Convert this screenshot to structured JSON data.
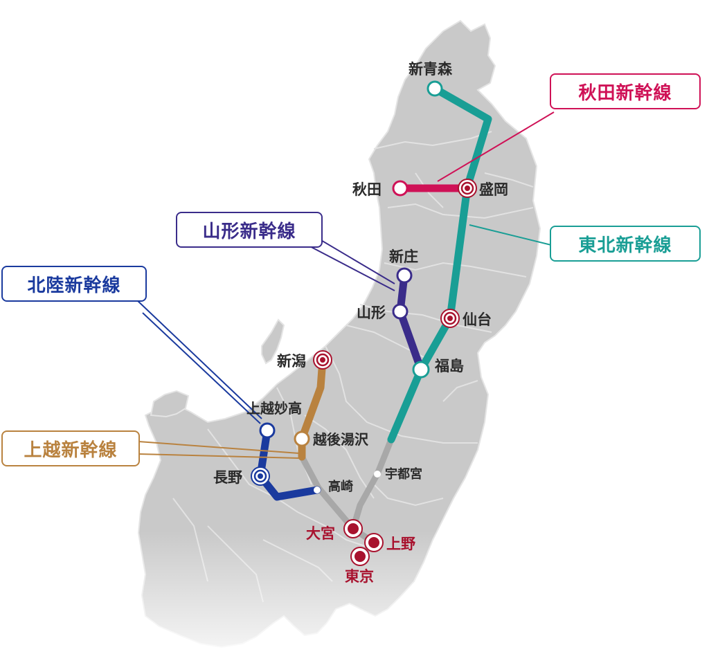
{
  "colors": {
    "land": "#c9c9c9",
    "land_edge": "#e4e4e4",
    "land_fade": "#ffffff",
    "tohoku": "#199e95",
    "akita": "#cf1156",
    "yamagata": "#3a2c8a",
    "hokuriku": "#1a3a9e",
    "joetsu": "#b9823f",
    "trunk": "#a8a8a8",
    "station_dark": "#2a2a2a",
    "station_major": "#a8122e"
  },
  "lines": {
    "akita": {
      "label": "秋田新幹線",
      "color": "#cf1156"
    },
    "tohoku": {
      "label": "東北新幹線",
      "color": "#199e95"
    },
    "yamagata": {
      "label": "山形新幹線",
      "color": "#3a2c8a"
    },
    "hokuriku": {
      "label": "北陸新幹線",
      "color": "#1a3a9e"
    },
    "joetsu": {
      "label": "上越新幹線",
      "color": "#b9823f"
    }
  },
  "stations": {
    "shin_aomori": "新青森",
    "akita": "秋田",
    "morioka": "盛岡",
    "shinjo": "新庄",
    "yamagata": "山形",
    "sendai": "仙台",
    "fukushima": "福島",
    "niigata": "新潟",
    "joetsu_myoko": "上越妙高",
    "echigo_yuzawa": "越後湯沢",
    "nagano": "長野",
    "takasaki": "高崎",
    "utsunomiya": "宇都宮",
    "omiya": "大宮",
    "ueno": "上野",
    "tokyo": "東京"
  }
}
